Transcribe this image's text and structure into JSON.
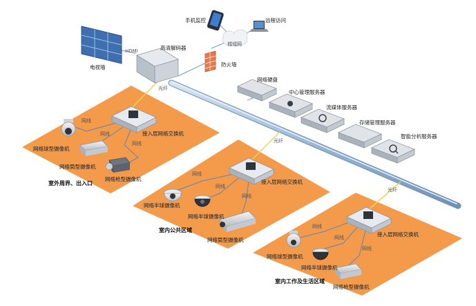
{
  "top": {
    "mobile_label": "手机监控",
    "remote_label": "远程访问",
    "wan_label": "城域网",
    "firewall_label": "防火墙",
    "videowall_label": "电视墙",
    "hdmi_label": "HDMI",
    "decoder_label": "高清解码器",
    "fiber_label": "光纤"
  },
  "servers": {
    "storage_disk_label": "网络硬盘",
    "central_label": "中心管理服务器",
    "streaming_label": "流媒体服务器",
    "storage_mgmt_label": "存储管理服务器",
    "analysis_label": "智能分析服务器"
  },
  "zones": [
    {
      "title": "室外周界、出入口",
      "switch_label": "接入层网络交换机",
      "link_label": "网线",
      "cameras": [
        "网络球型摄像机",
        "网络筒型摄像机",
        "网络枪型摄像机"
      ]
    },
    {
      "title": "室内公共区域",
      "switch_label": "接入层网络交换机",
      "link_label": "网线",
      "cameras": [
        "网络半球摄像机",
        "网络半球摄像机",
        "网络筒型摄像机"
      ]
    },
    {
      "title": "室内工作及生活区域",
      "switch_label": "接入层网络交换机",
      "link_label": "网线",
      "cameras": [
        "网络球型摄像机",
        "网络半球摄像机",
        "网络枪型摄像机"
      ]
    }
  ],
  "colors": {
    "zone_fill": "#f39a4b",
    "backbone": "#a9c3dc",
    "device": "#c9ced6",
    "fiber_line": "#e7d65a"
  }
}
